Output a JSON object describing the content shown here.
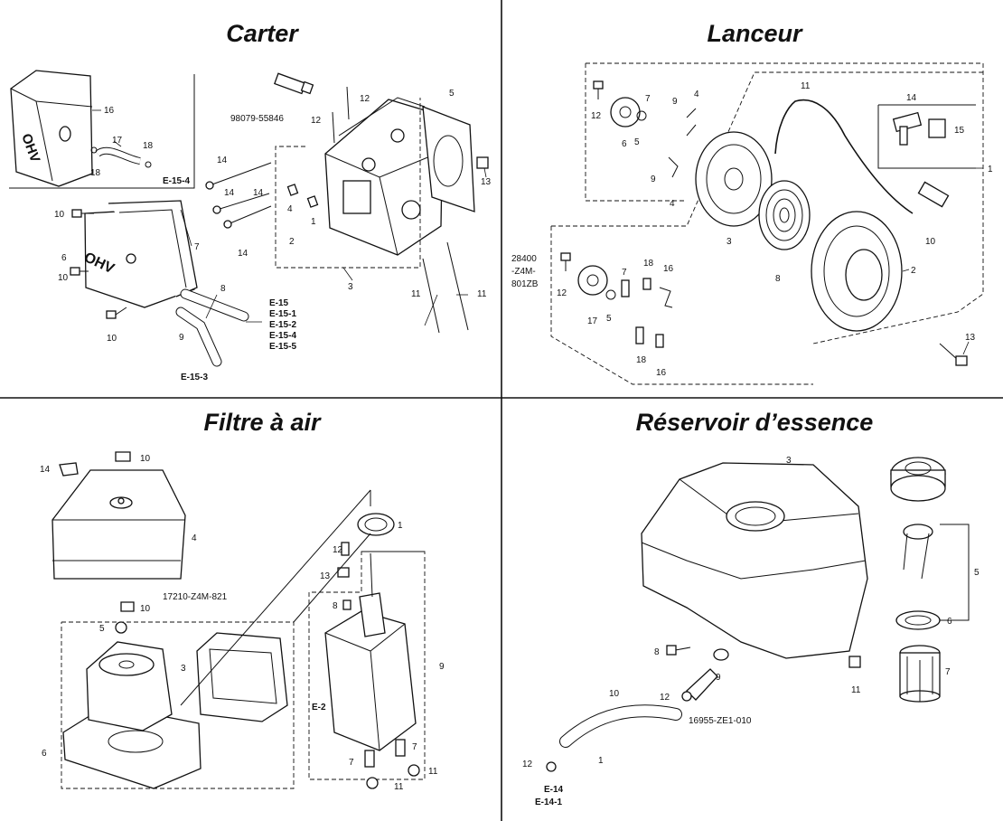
{
  "panels": {
    "carter": {
      "title": "Carter",
      "labels": [
        "16",
        "17",
        "18",
        "18",
        "E-15-4",
        "98079-55846",
        "12",
        "12",
        "5",
        "14",
        "14",
        "14",
        "14",
        "4",
        "2",
        "1",
        "13",
        "10",
        "6",
        "7",
        "10",
        "10",
        "8",
        "9",
        "3",
        "11",
        "11",
        "E-15",
        "E-15-1",
        "E-15-2",
        "E-15-4",
        "E-15-5",
        "E-15-3"
      ]
    },
    "lanceur": {
      "title": "Lanceur",
      "labels": [
        "12",
        "6",
        "5",
        "7",
        "9",
        "4",
        "9",
        "4",
        "11",
        "14",
        "15",
        "1",
        "3",
        "8",
        "2",
        "10",
        "28400",
        "-Z4M-",
        "801ZB",
        "12",
        "17",
        "5",
        "7",
        "18",
        "16",
        "18",
        "16",
        "13"
      ]
    },
    "filtre": {
      "title": "Filtre à air",
      "labels": [
        "14",
        "10",
        "4",
        "17210-Z4M-821",
        "10",
        "5",
        "3",
        "6",
        "1",
        "12",
        "13",
        "8",
        "9",
        "E-2",
        "7",
        "7",
        "11",
        "11"
      ]
    },
    "reservoir": {
      "title": "Réservoir d’essence",
      "labels": [
        "3",
        "5",
        "6",
        "7",
        "8",
        "9",
        "11",
        "10",
        "12",
        "16955-ZE1-010",
        "1",
        "12",
        "E-14",
        "E-14-1"
      ]
    }
  },
  "icons": {
    "logo_text": "OHV"
  }
}
